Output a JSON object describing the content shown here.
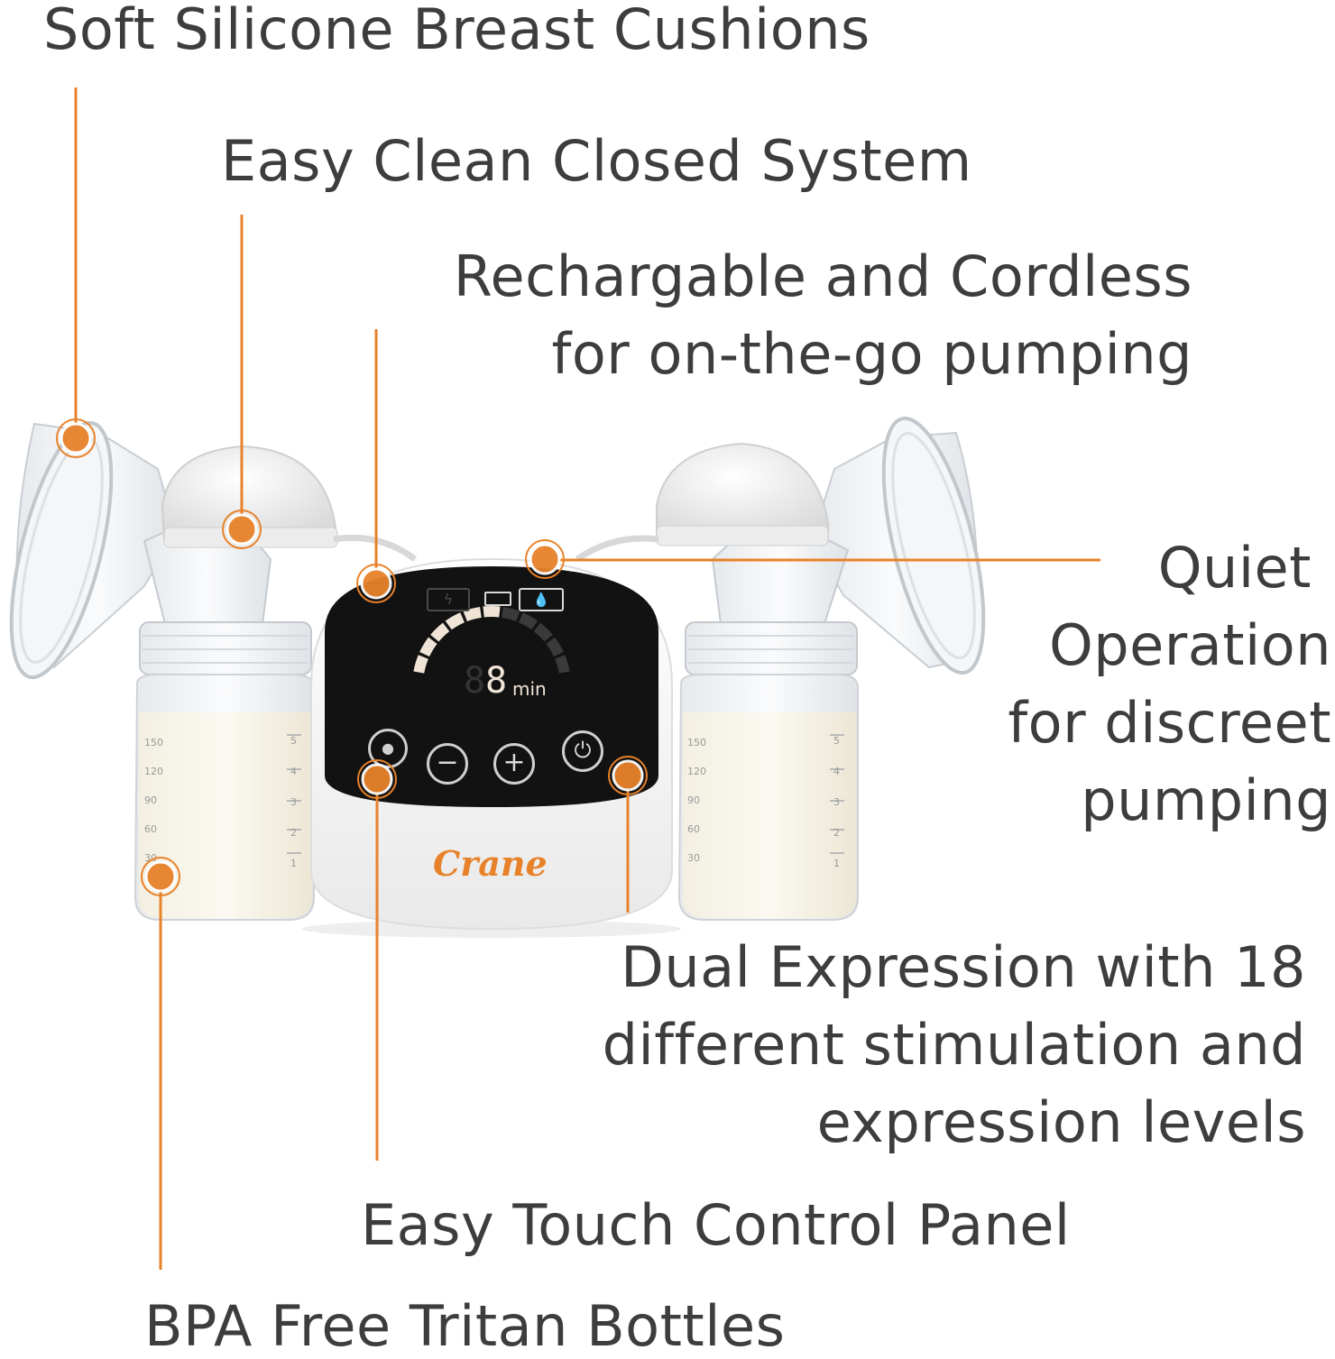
{
  "colors": {
    "accent": "#e8822a",
    "text": "#3d3d3d",
    "panel": "#111111",
    "display": "#f0e4d6"
  },
  "features": {
    "soft_cushions": "Soft Silicone Breast Cushions",
    "easy_clean": "Easy Clean Closed System",
    "rechargeable_line1": "Rechargable and Cordless",
    "rechargeable_line2": "for on-the-go pumping",
    "quiet_line1": "Quiet",
    "quiet_line2": "Operation",
    "quiet_line3": "for discreet",
    "quiet_line4": "pumping",
    "dual_line1": "Dual Expression with 18",
    "dual_line2": "different stimulation and",
    "dual_line3": "expression levels",
    "touch_panel": "Easy Touch Control Panel",
    "bpa_free": "BPA Free Tritan Bottles"
  },
  "device": {
    "brand": "Crane",
    "timer_value": "8",
    "timer_unit": "min",
    "intensity_level": 0.55,
    "icons": [
      "lightning-icon",
      "battery-icon",
      "drops-icon",
      "drops-mode-icon",
      "minus-icon",
      "plus-icon",
      "power-icon"
    ]
  },
  "bottles": {
    "left_marks_ml": [
      "150",
      "120",
      "90",
      "60",
      "30"
    ],
    "left_marks_oz": [
      "5",
      "4",
      "3",
      "2",
      "1"
    ],
    "right_marks_ml": [
      "150",
      "120",
      "90",
      "60",
      "30"
    ],
    "right_marks_oz": [
      "5",
      "4",
      "3",
      "2",
      "1"
    ]
  }
}
